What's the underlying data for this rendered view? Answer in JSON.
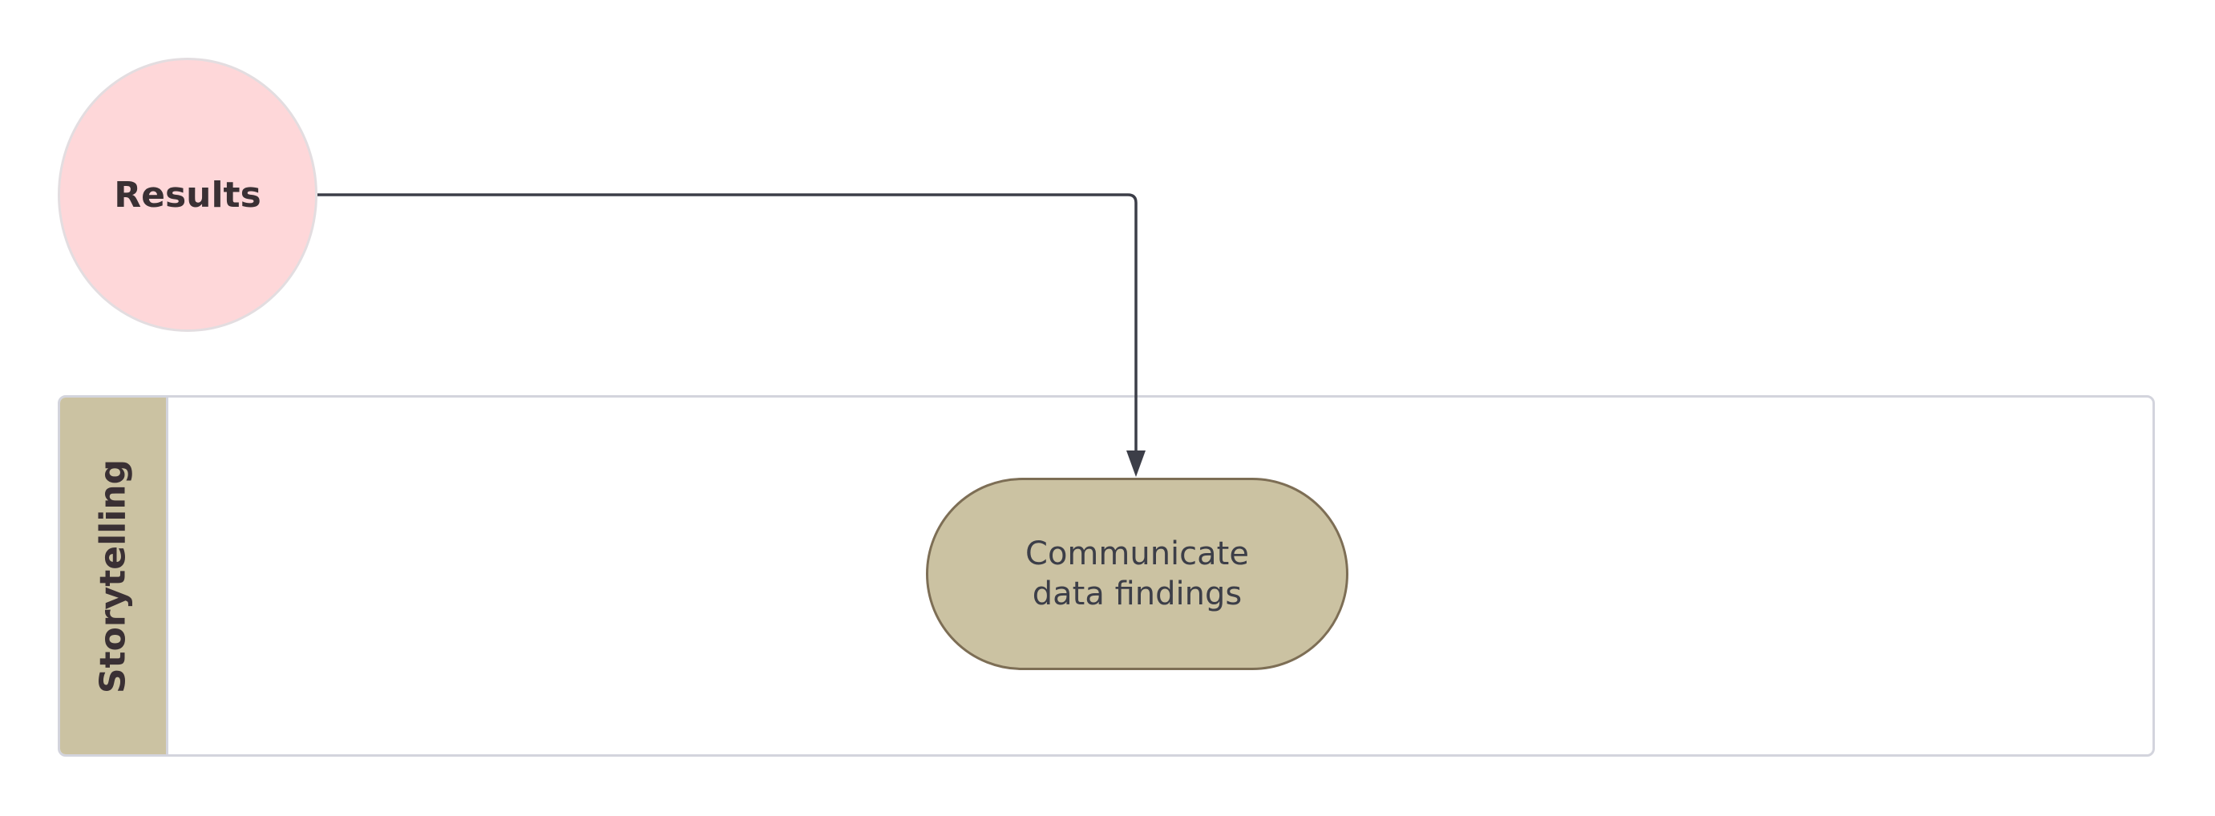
{
  "diagram": {
    "start_node": {
      "label": "Results",
      "color": "#fed7d9"
    },
    "lane": {
      "title": "Storytelling",
      "header_color": "#cbc2a2"
    },
    "process_node": {
      "label": "Communicate\ndata findings",
      "color": "#cbc2a2"
    },
    "connector": {
      "color": "#3c3e48",
      "from": "Results",
      "to": "Communicate data findings"
    }
  }
}
